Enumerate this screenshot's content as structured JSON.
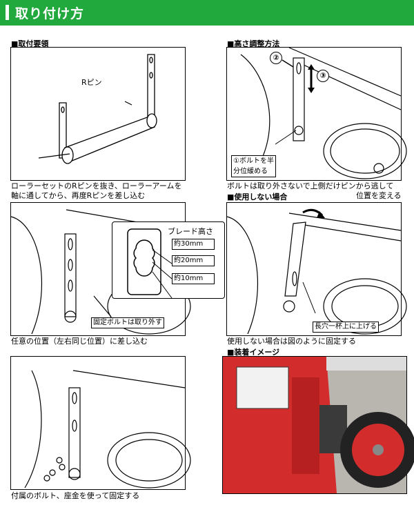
{
  "header": {
    "title": "取り付け方",
    "color": "#22a93e"
  },
  "sections": {
    "mounting": "■取付要領",
    "height": "■高さ調整方法",
    "unused": "■使用しない場合",
    "image": "■装着イメージ"
  },
  "captions": {
    "mounting_line1": "ローラーセットのRピンを抜き、ローラーアームを",
    "mounting_line2": "軸に通してから、再度Rピンを差し込む",
    "height_line1": "ボルトは取り外さないで上側だけピンから逃して",
    "height_line2": "位置を変える",
    "position": "任意の位置（左右同じ位置）に差し込む",
    "unused": "使用しない場合は図のように固定する",
    "fix": "付属のボルト、座金を使って固定する"
  },
  "labels": {
    "r_pin": "Rピン",
    "step2": "②",
    "step3": "③",
    "loosen_line1": "①ボルトを半",
    "loosen_line2": "分位緩める",
    "blade_height": "ブレード高さ",
    "h30": "約30mm",
    "h20": "約20mm",
    "h10": "約10mm",
    "remove_bolt": "固定ボルトは取り外す",
    "raise": "長穴一杯上に上げる"
  }
}
